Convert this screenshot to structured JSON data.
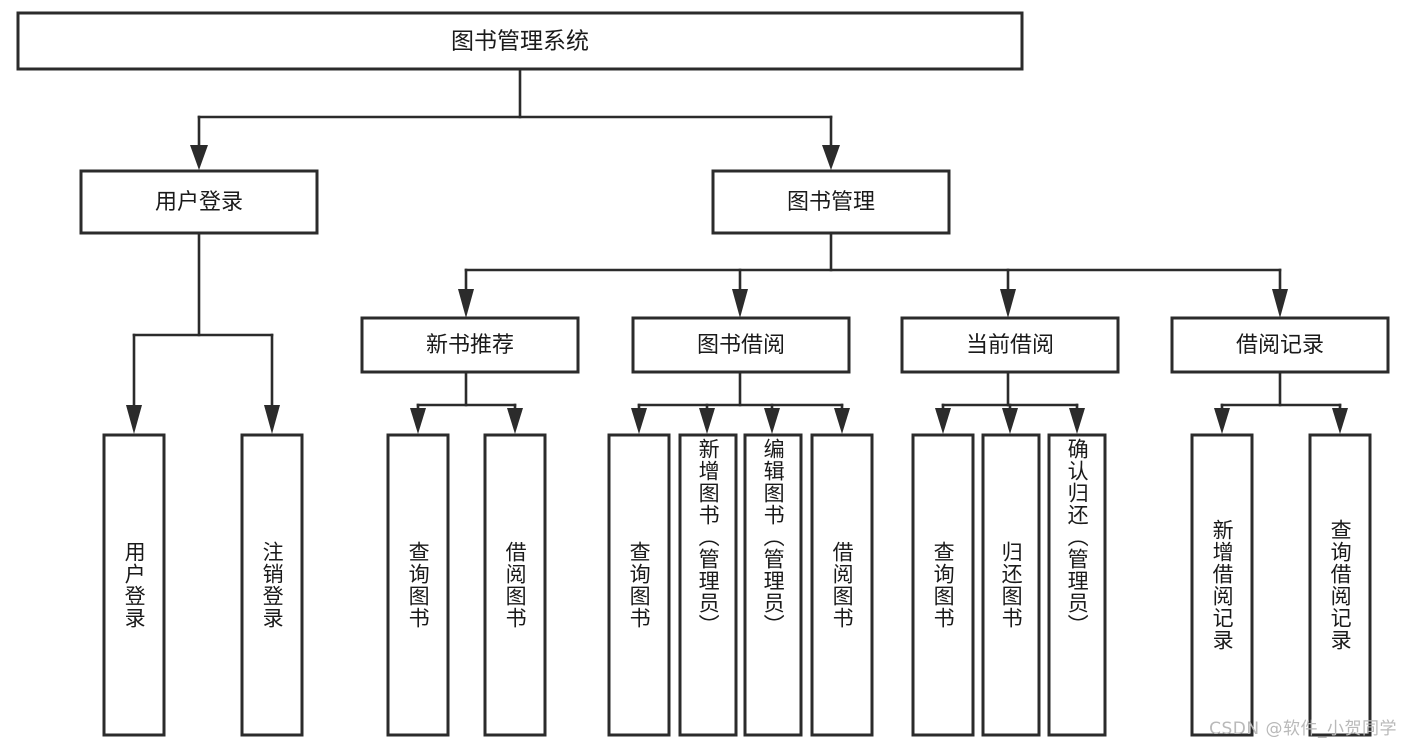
{
  "diagram": {
    "title": "图书管理系统",
    "type": "tree-hierarchy-diagram",
    "watermark": "CSDN @软件_小贺同学",
    "colors": {
      "stroke": "#2b2b2b",
      "fill": "#ffffff",
      "text": "#1a1a1a",
      "watermark": "#b9b9b9"
    },
    "root": {
      "label": "图书管理系统"
    },
    "level1": [
      {
        "label": "用户登录"
      },
      {
        "label": "图书管理"
      }
    ],
    "level2": [
      {
        "label": "新书推荐"
      },
      {
        "label": "图书借阅"
      },
      {
        "label": "当前借阅"
      },
      {
        "label": "借阅记录"
      }
    ],
    "leaves": {
      "user_login": [
        {
          "label": "用户登录"
        },
        {
          "label": "注销登录"
        }
      ],
      "new_book_recommend": [
        {
          "label": "查询图书"
        },
        {
          "label": "借阅图书"
        }
      ],
      "book_borrow": [
        {
          "label": "查询图书"
        },
        {
          "label": "新增图书（管理员）"
        },
        {
          "label": "编辑图书（管理员）"
        },
        {
          "label": "借阅图书"
        }
      ],
      "current_borrow": [
        {
          "label": "查询图书"
        },
        {
          "label": "归还图书"
        },
        {
          "label": "确认归还（管理员）"
        }
      ],
      "borrow_record": [
        {
          "label": "新增借阅记录"
        },
        {
          "label": "查询借阅记录"
        }
      ]
    }
  }
}
